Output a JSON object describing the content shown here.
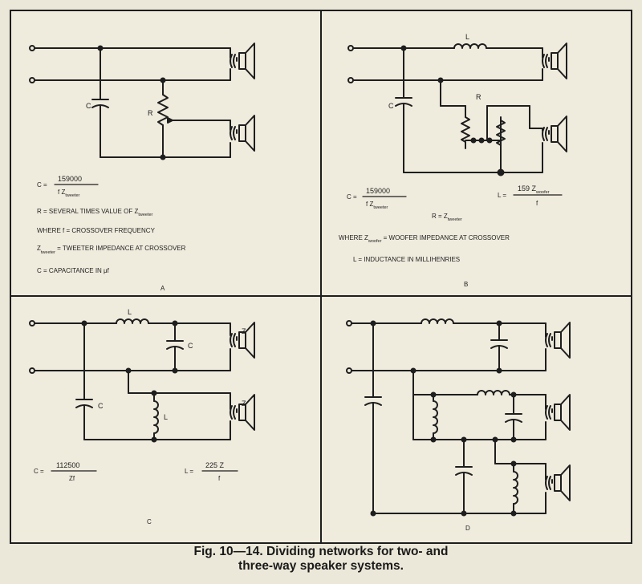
{
  "figure": {
    "caption_line1": "Fig. 10—14. Dividing networks for two- and",
    "caption_line2": "three-way speaker systems."
  },
  "panels": {
    "A": {
      "letter": "A",
      "component_labels": {
        "c": "C",
        "r": "R"
      },
      "formula": {
        "lhs": "C =",
        "num": "159000",
        "den_f": "f Z",
        "den_sub": "tweeter"
      },
      "notes": [
        {
          "main": "R = SEVERAL TIMES VALUE OF  Z",
          "sub": "tweeter",
          "tail": ""
        },
        {
          "main": "WHERE  f = CROSSOVER FREQUENCY",
          "sub": "",
          "tail": ""
        },
        {
          "main": "Z",
          "sub": "tweeter",
          "tail": " = TWEETER IMPEDANCE AT CROSSOVER"
        },
        {
          "main": "C = CAPACITANCE  IN  μf",
          "sub": "",
          "tail": ""
        }
      ]
    },
    "B": {
      "letter": "B",
      "component_labels": {
        "c": "C",
        "l": "L",
        "r": "R"
      },
      "formula_c": {
        "lhs": "C =",
        "num": "159000",
        "den_f": "f Z",
        "den_sub": "tweeter"
      },
      "formula_l": {
        "lhs": "L =",
        "num": "159 Z",
        "num_sub": "woofer",
        "den": "f"
      },
      "formula_r": {
        "main": "R = Z",
        "sub": "tweeter"
      },
      "notes": [
        {
          "main": "WHERE  Z",
          "sub": "woofer",
          "tail": " = WOOFER IMPEDANCE AT CROSSOVER"
        },
        {
          "main": "L = INDUCTANCE  IN  MILLIHENRIES",
          "sub": "",
          "tail": ""
        }
      ]
    },
    "C": {
      "letter": "C",
      "component_labels": {
        "l1": "L",
        "c1": "C",
        "c2": "C",
        "l2": "L",
        "z1": "Z",
        "z2": "Z"
      },
      "formula_c": {
        "lhs": "C =",
        "num": "112500",
        "den": "Zf"
      },
      "formula_l": {
        "lhs": "L =",
        "num": "225 Z",
        "den": "f"
      }
    },
    "D": {
      "letter": "D"
    }
  }
}
